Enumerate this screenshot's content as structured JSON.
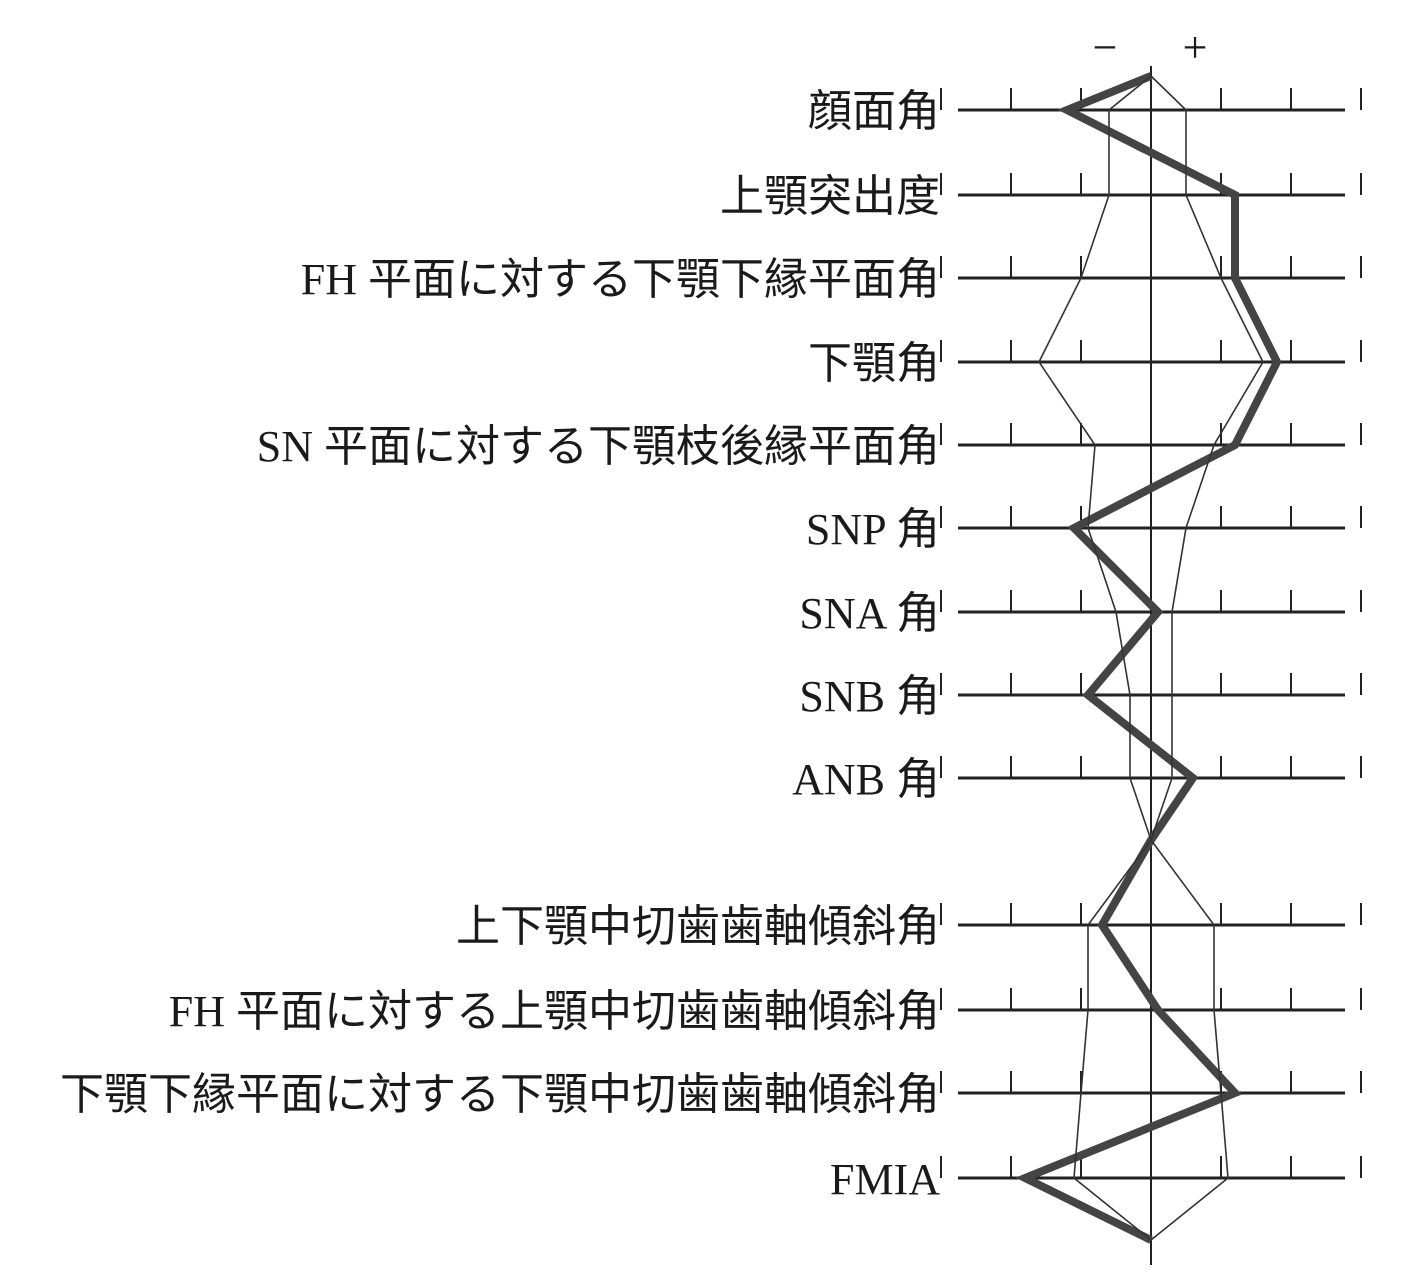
{
  "chart_data": {
    "type": "line",
    "title": "",
    "sign_labels": {
      "minus": "−",
      "plus": "+"
    },
    "measurements": [
      "顔面角",
      "上顎突出度",
      "FH 平面に対する下顎下縁平面角",
      "下顎角",
      "SN 平面に対する下顎枝後縁平面角",
      "SNP 角",
      "SNA 角",
      "SNB 角",
      "ANB 角",
      "上下顎中切歯歯軸傾斜角",
      "FH 平面に対する上顎中切歯歯軸傾斜角",
      "下顎下縁平面に対する下顎中切歯歯軸傾斜角",
      "FMIA"
    ],
    "sd_units": [
      -3,
      -2,
      -1,
      0,
      1,
      2,
      3
    ],
    "series": [
      {
        "values": [
          -1.2,
          1.2,
          1.2,
          1.8,
          1.2,
          -1.1,
          0.1,
          -0.9,
          0.6,
          -0.7,
          0.1,
          1.2,
          -1.8
        ]
      },
      {
        "values": [
          -0.6,
          -0.6,
          -1.0,
          -1.6,
          -0.8,
          -0.9,
          -0.5,
          -0.3,
          -0.3,
          -0.9,
          -0.9,
          -1.0,
          -1.1
        ]
      },
      {
        "values": [
          0.5,
          0.5,
          1.0,
          1.6,
          0.9,
          0.5,
          0.3,
          0.3,
          0.3,
          0.9,
          0.9,
          1.0,
          1.1
        ]
      }
    ]
  }
}
